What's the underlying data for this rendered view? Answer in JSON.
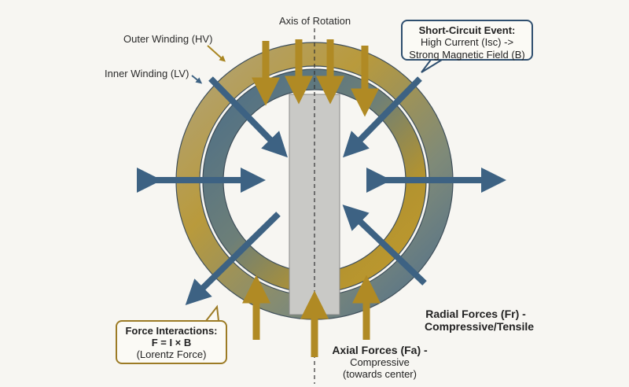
{
  "labels": {
    "axis": "Axis of Rotation",
    "outer_winding": "Outer Winding (HV)",
    "inner_winding": "Inner Winding (LV)"
  },
  "short_circuit": {
    "title": "Short-Circuit Event:",
    "line1": "High Current (Isc) ->",
    "line2": "Strong Magnetic Field (B)"
  },
  "force_interactions": {
    "title": "Force Interactions:",
    "formula": "F = I × B",
    "note": "(Lorentz Force)"
  },
  "radial": {
    "line1": "Radial Forces (Fr) -",
    "line2": "Compressive/Tensile"
  },
  "axial": {
    "line1": "Axial Forces (Fa) -",
    "line2": "Compressive",
    "line3": "(towards center)"
  },
  "colors": {
    "gold": "#b2912c",
    "blue": "#3e617e",
    "gray": "#c9c9c6",
    "arrow_blue": "#3d6283",
    "arrow_gold": "#b08a24"
  }
}
